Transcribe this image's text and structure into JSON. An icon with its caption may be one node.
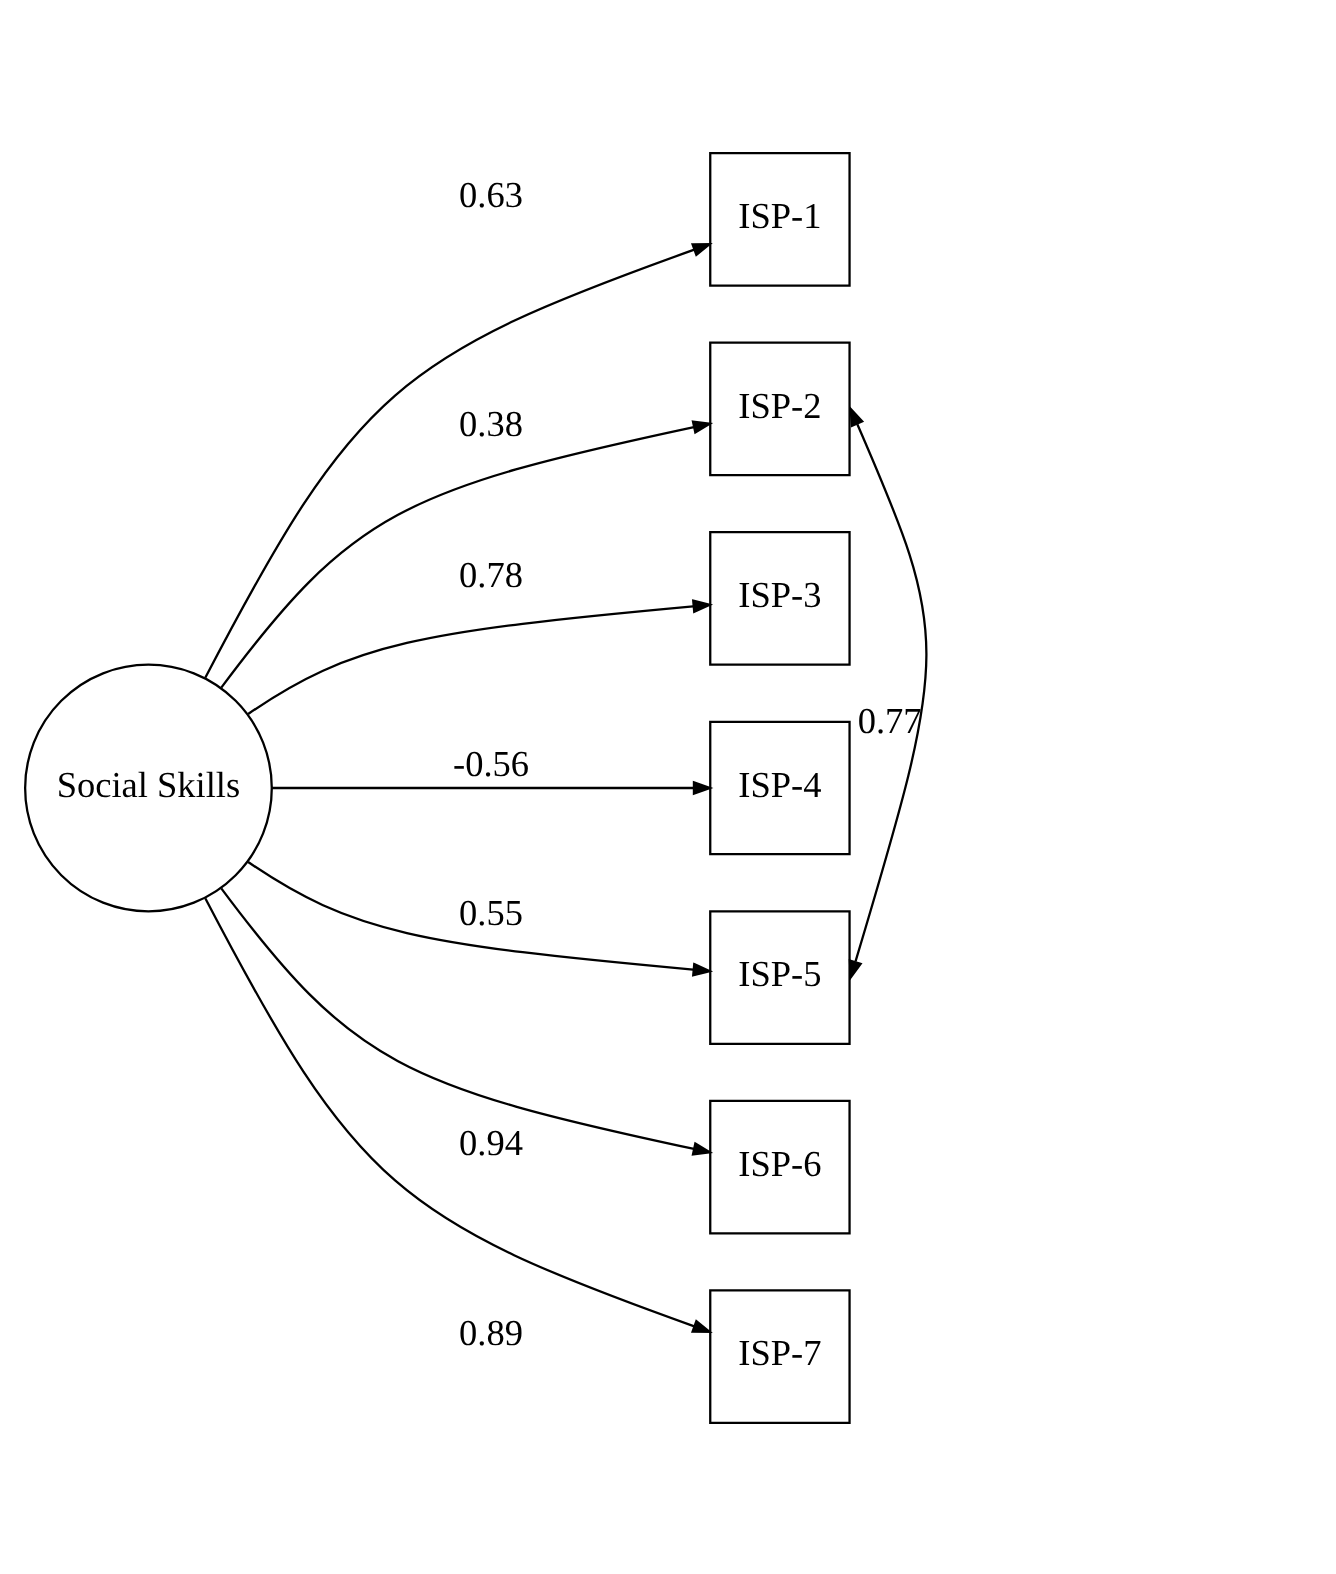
{
  "diagram": {
    "nodes": [
      {
        "text": [
          "Social Skills"
        ]
      },
      {
        "text": [
          "ISP-1"
        ]
      },
      {
        "text": [
          "ISP-2"
        ]
      },
      {
        "text": [
          "ISP-3"
        ]
      },
      {
        "text": [
          "ISP-4"
        ]
      },
      {
        "text": [
          "ISP-5"
        ]
      },
      {
        "text": [
          "ISP-6"
        ]
      },
      {
        "text": [
          "ISP-7"
        ]
      }
    ],
    "edges": [
      {
        "from": 0,
        "to": 1,
        "arrow": "to",
        "label": "0.63"
      },
      {
        "from": 0,
        "to": 2,
        "arrow": "to",
        "label": "0.38"
      },
      {
        "from": 0,
        "to": 3,
        "arrow": "to",
        "label": "0.78"
      },
      {
        "from": 0,
        "to": 4,
        "arrow": "to",
        "label": "-0.56"
      },
      {
        "from": 0,
        "to": 5,
        "arrow": "to",
        "label": "0.55"
      },
      {
        "from": 0,
        "to": 6,
        "arrow": "to",
        "label": "0.94"
      },
      {
        "from": 0,
        "to": 7,
        "arrow": "to",
        "label": "0.89"
      },
      {
        "from": 2,
        "to": 5,
        "arrow": "both",
        "label": "0.77"
      }
    ]
  }
}
